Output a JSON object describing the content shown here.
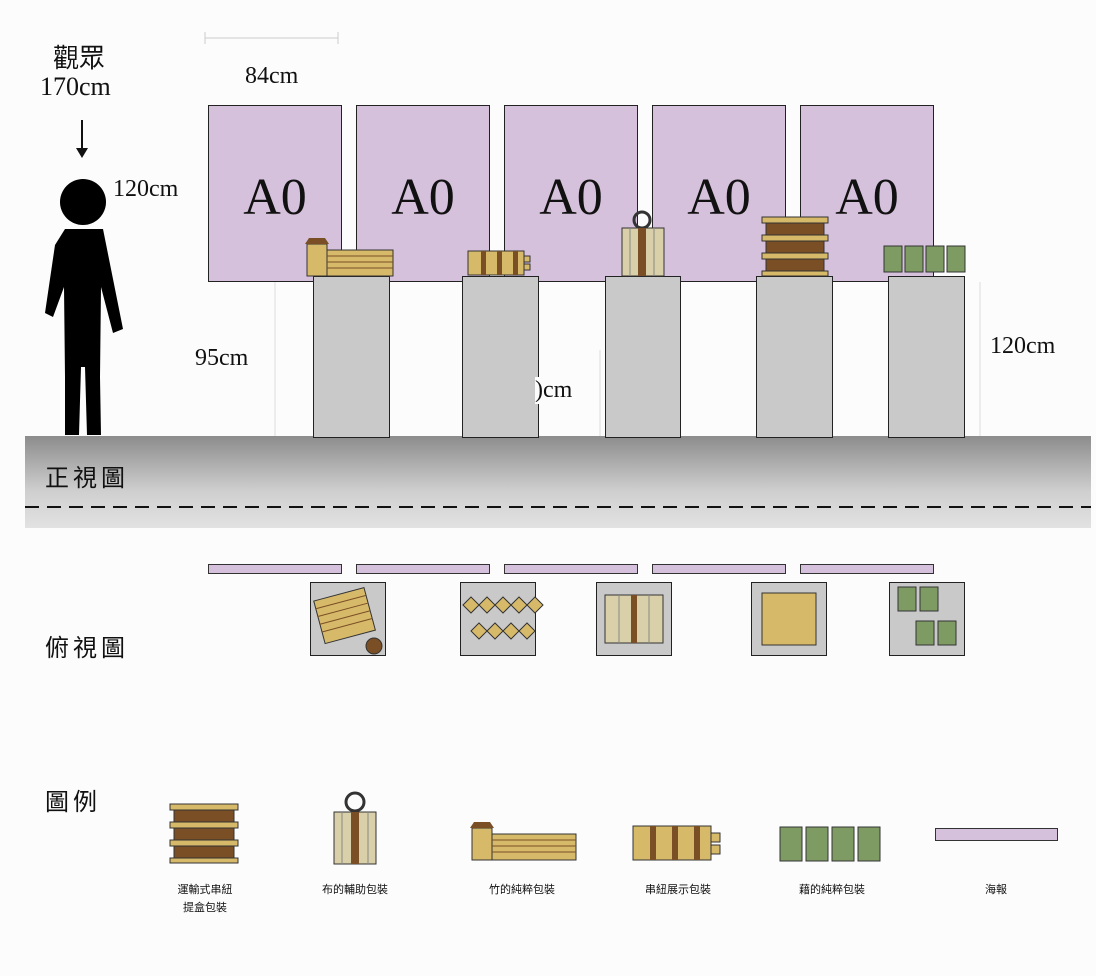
{
  "viewer": {
    "title": "觀眾",
    "height": "170cm"
  },
  "dimensions": {
    "poster_width": "84cm",
    "poster_height": "120cm",
    "pedestal_short": "95cm",
    "pedestal_tall": "120cm",
    "pedestal_mid_partial": ")cm"
  },
  "poster_label": "A0",
  "views": {
    "front": "正視圖",
    "top": "俯視圖",
    "legend": "圖例"
  },
  "legend": {
    "transport_box": [
      "運輸式串紐",
      "提盒包裝"
    ],
    "cloth": "布的輔助包裝",
    "bamboo": "竹的純粹包裝",
    "string_display": "串紐展示包裝",
    "grass": "藉的純粹包裝",
    "poster": "海報"
  },
  "colors": {
    "poster": "#d6c1dc",
    "pedestal": "#c9c9c9",
    "bamboo": "#d7b96a",
    "brown": "#7a4f25",
    "green": "#7f9b64",
    "cloth": "#d9cfa8"
  }
}
